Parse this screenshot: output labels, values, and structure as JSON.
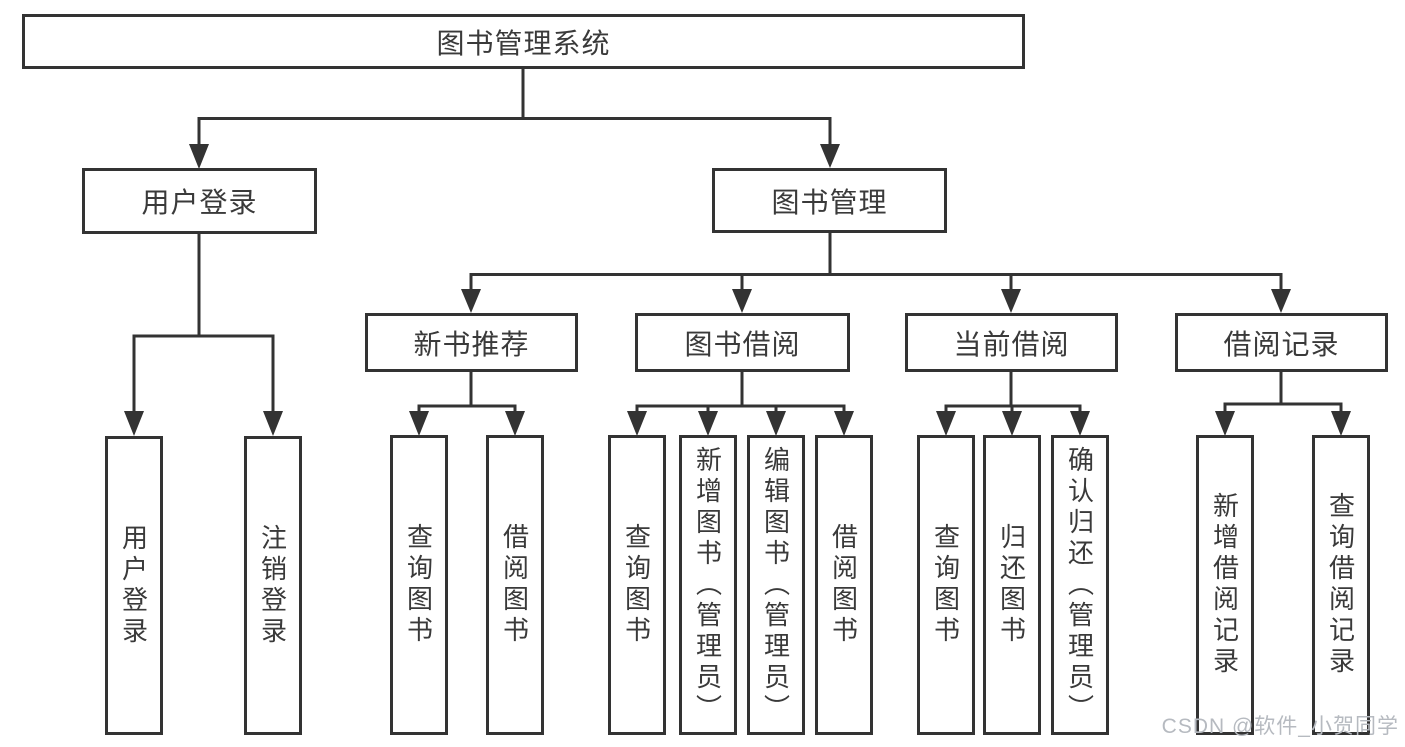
{
  "nodes": {
    "root": "图书管理系统",
    "userLogin": {
      "label": "用户登录",
      "children": [
        "用户登录",
        "注销登录"
      ]
    },
    "bookMgmt": {
      "label": "图书管理",
      "children": {
        "newBookRecommend": {
          "label": "新书推荐",
          "children": [
            "查询图书",
            "借阅图书"
          ]
        },
        "bookBorrow": {
          "label": "图书借阅",
          "children": [
            "查询图书",
            "新增图书（管理员）",
            "编辑图书（管理员）",
            "借阅图书"
          ]
        },
        "currentBorrow": {
          "label": "当前借阅",
          "children": [
            "查询图书",
            "归还图书",
            "确认归还（管理员）"
          ]
        },
        "borrowRecords": {
          "label": "借阅记录",
          "children": [
            "新增借阅记录",
            "查询借阅记录"
          ]
        }
      }
    }
  },
  "watermark": {
    "text": "CSDN @软件_小贺同学"
  },
  "colors": {
    "line": "#333333",
    "box_border": "#333333",
    "text": "#3a3a3a",
    "background": "#ffffff",
    "watermark": "#b6bac0"
  }
}
